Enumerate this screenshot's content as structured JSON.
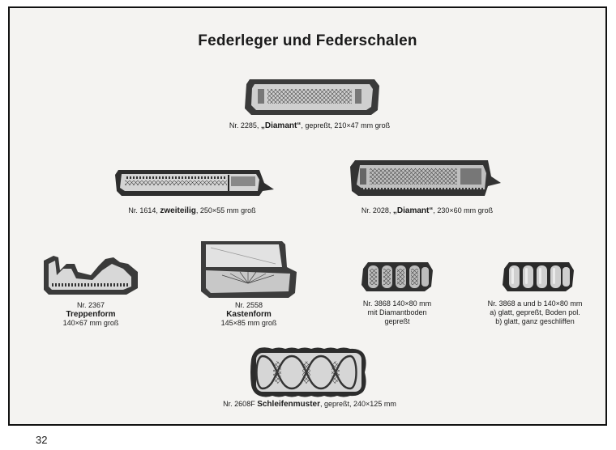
{
  "title": "Federleger und Federschalen",
  "page_number": "32",
  "items": [
    {
      "id": "2285",
      "line1_pre": "Nr. 2285, ",
      "line1_bold": "„Diamant“",
      "line1_post": ", gepreßt, 210×47 mm groß"
    },
    {
      "id": "1614",
      "line1_pre": "Nr. 1614, ",
      "line1_bold": "zweiteilig",
      "line1_post": ", 250×55 mm groß"
    },
    {
      "id": "2028",
      "line1_pre": "Nr. 2028, ",
      "line1_bold": "„Diamant“",
      "line1_post": ", 230×60 mm groß"
    },
    {
      "id": "2367",
      "line1": "Nr. 2367",
      "line2_bold": "Treppenform",
      "line3": "140×67 mm groß"
    },
    {
      "id": "2558",
      "line1": "Nr. 2558",
      "line2_bold": "Kastenform",
      "line3": "145×85 mm groß"
    },
    {
      "id": "3868",
      "line1": "Nr. 3868  140×80 mm",
      "line2": "mit Diamantboden",
      "line3": "gepreßt"
    },
    {
      "id": "3868ab",
      "line1": "Nr. 3868 a und b 140×80 mm",
      "line2": "a) glatt, gepreßt, Boden pol.",
      "line3": "b) glatt, ganz geschliffen"
    },
    {
      "id": "2608F",
      "line1_pre": "Nr. 2608F ",
      "line1_bold": "Schleifenmuster",
      "line1_post": ", gepreßt, 240×125 mm"
    }
  ]
}
